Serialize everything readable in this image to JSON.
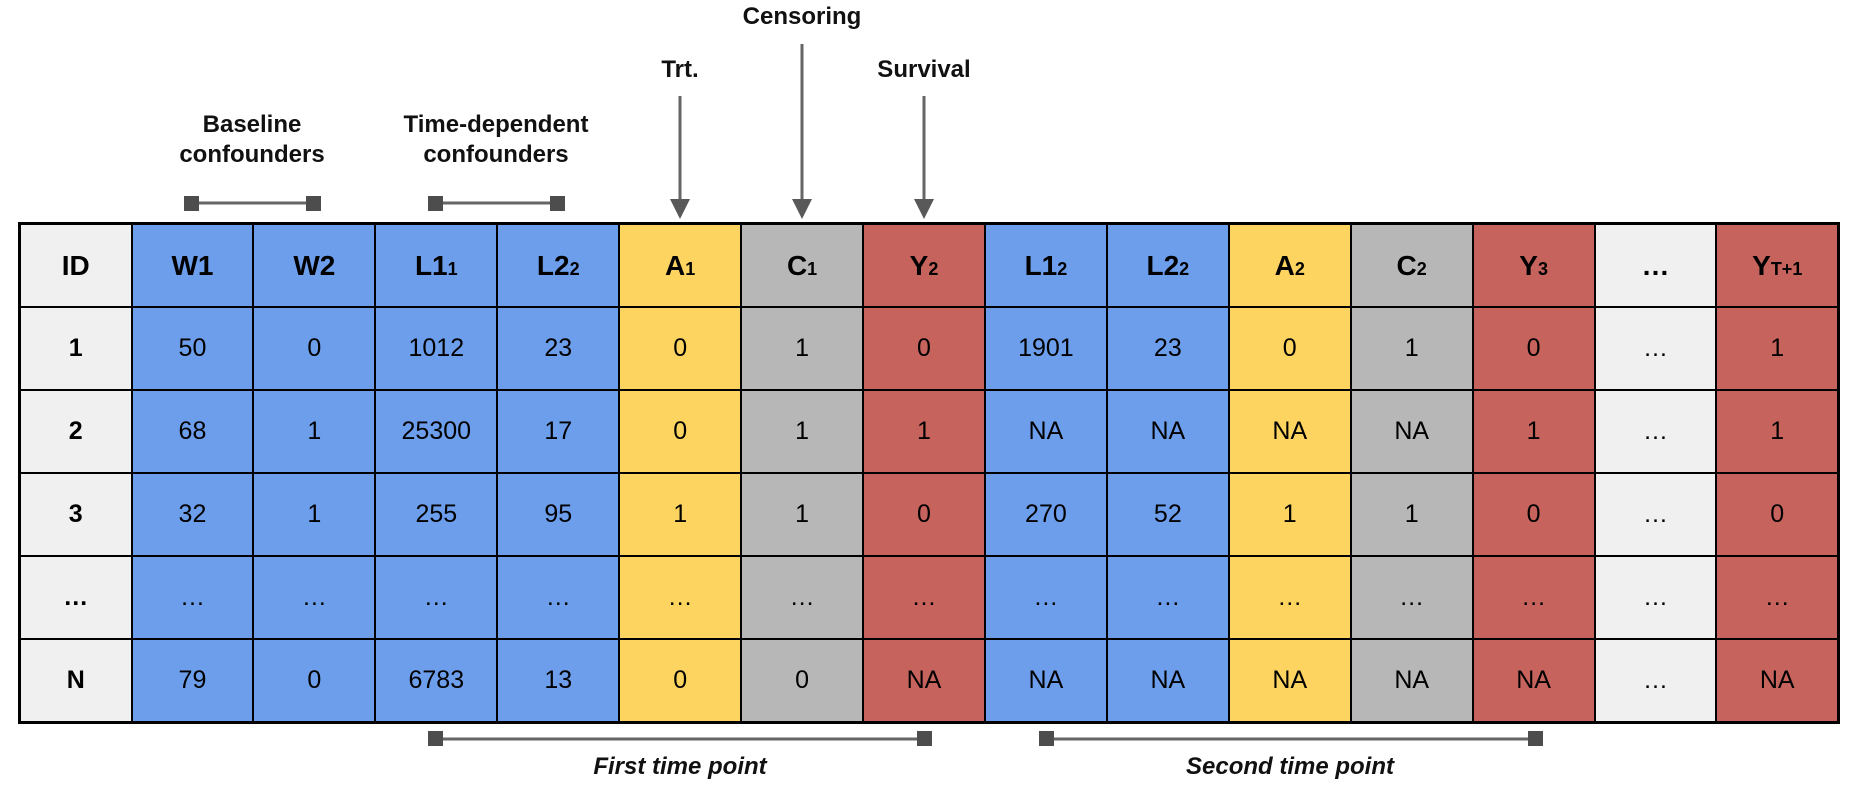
{
  "annotations": {
    "baseline_confounders": {
      "line1": "Baseline",
      "line2": "confounders"
    },
    "time_dependent_confounders": {
      "line1": "Time-dependent",
      "line2": "confounders"
    },
    "treatment": "Trt.",
    "censoring": "Censoring",
    "survival": "Survival",
    "first_time_point": "First time point",
    "second_time_point": "Second time point"
  },
  "colors": {
    "blue": "#6D9EEB",
    "yellow": "#FCD45F",
    "gray": "#B7B7B7",
    "red": "#C7635D",
    "light": "#F0F0F0",
    "border": "#000000",
    "annotation_gray": "#595959"
  },
  "table": {
    "columns": [
      {
        "base": "ID",
        "sub": "",
        "color": "light"
      },
      {
        "base": "W1",
        "sub": "",
        "color": "blue"
      },
      {
        "base": "W2",
        "sub": "",
        "color": "blue"
      },
      {
        "base": "L1",
        "sub": "1",
        "color": "blue"
      },
      {
        "base": "L2",
        "sub": "2",
        "color": "blue"
      },
      {
        "base": "A",
        "sub": "1",
        "color": "yellow"
      },
      {
        "base": "C",
        "sub": "1",
        "color": "gray"
      },
      {
        "base": "Y",
        "sub": "2",
        "color": "red"
      },
      {
        "base": "L1",
        "sub": "2",
        "color": "blue"
      },
      {
        "base": "L2",
        "sub": "2",
        "color": "blue"
      },
      {
        "base": "A",
        "sub": "2",
        "color": "yellow"
      },
      {
        "base": "C",
        "sub": "2",
        "color": "gray"
      },
      {
        "base": "Y",
        "sub": "3",
        "color": "red"
      },
      {
        "base": "…",
        "sub": "",
        "color": "light"
      },
      {
        "base": "Y",
        "sub": "T+1",
        "color": "red"
      }
    ],
    "rows": [
      [
        "1",
        "50",
        "0",
        "1012",
        "23",
        "0",
        "1",
        "0",
        "1901",
        "23",
        "0",
        "1",
        "0",
        "…",
        "1"
      ],
      [
        "2",
        "68",
        "1",
        "25300",
        "17",
        "0",
        "1",
        "1",
        "NA",
        "NA",
        "NA",
        "NA",
        "1",
        "…",
        "1"
      ],
      [
        "3",
        "32",
        "1",
        "255",
        "95",
        "1",
        "1",
        "0",
        "270",
        "52",
        "1",
        "1",
        "0",
        "…",
        "0"
      ],
      [
        "…",
        "…",
        "…",
        "…",
        "…",
        "…",
        "…",
        "…",
        "…",
        "…",
        "…",
        "…",
        "…",
        "…",
        "…"
      ],
      [
        "N",
        "79",
        "0",
        "6783",
        "13",
        "0",
        "0",
        "NA",
        "NA",
        "NA",
        "NA",
        "NA",
        "NA",
        "…",
        "NA"
      ]
    ]
  }
}
